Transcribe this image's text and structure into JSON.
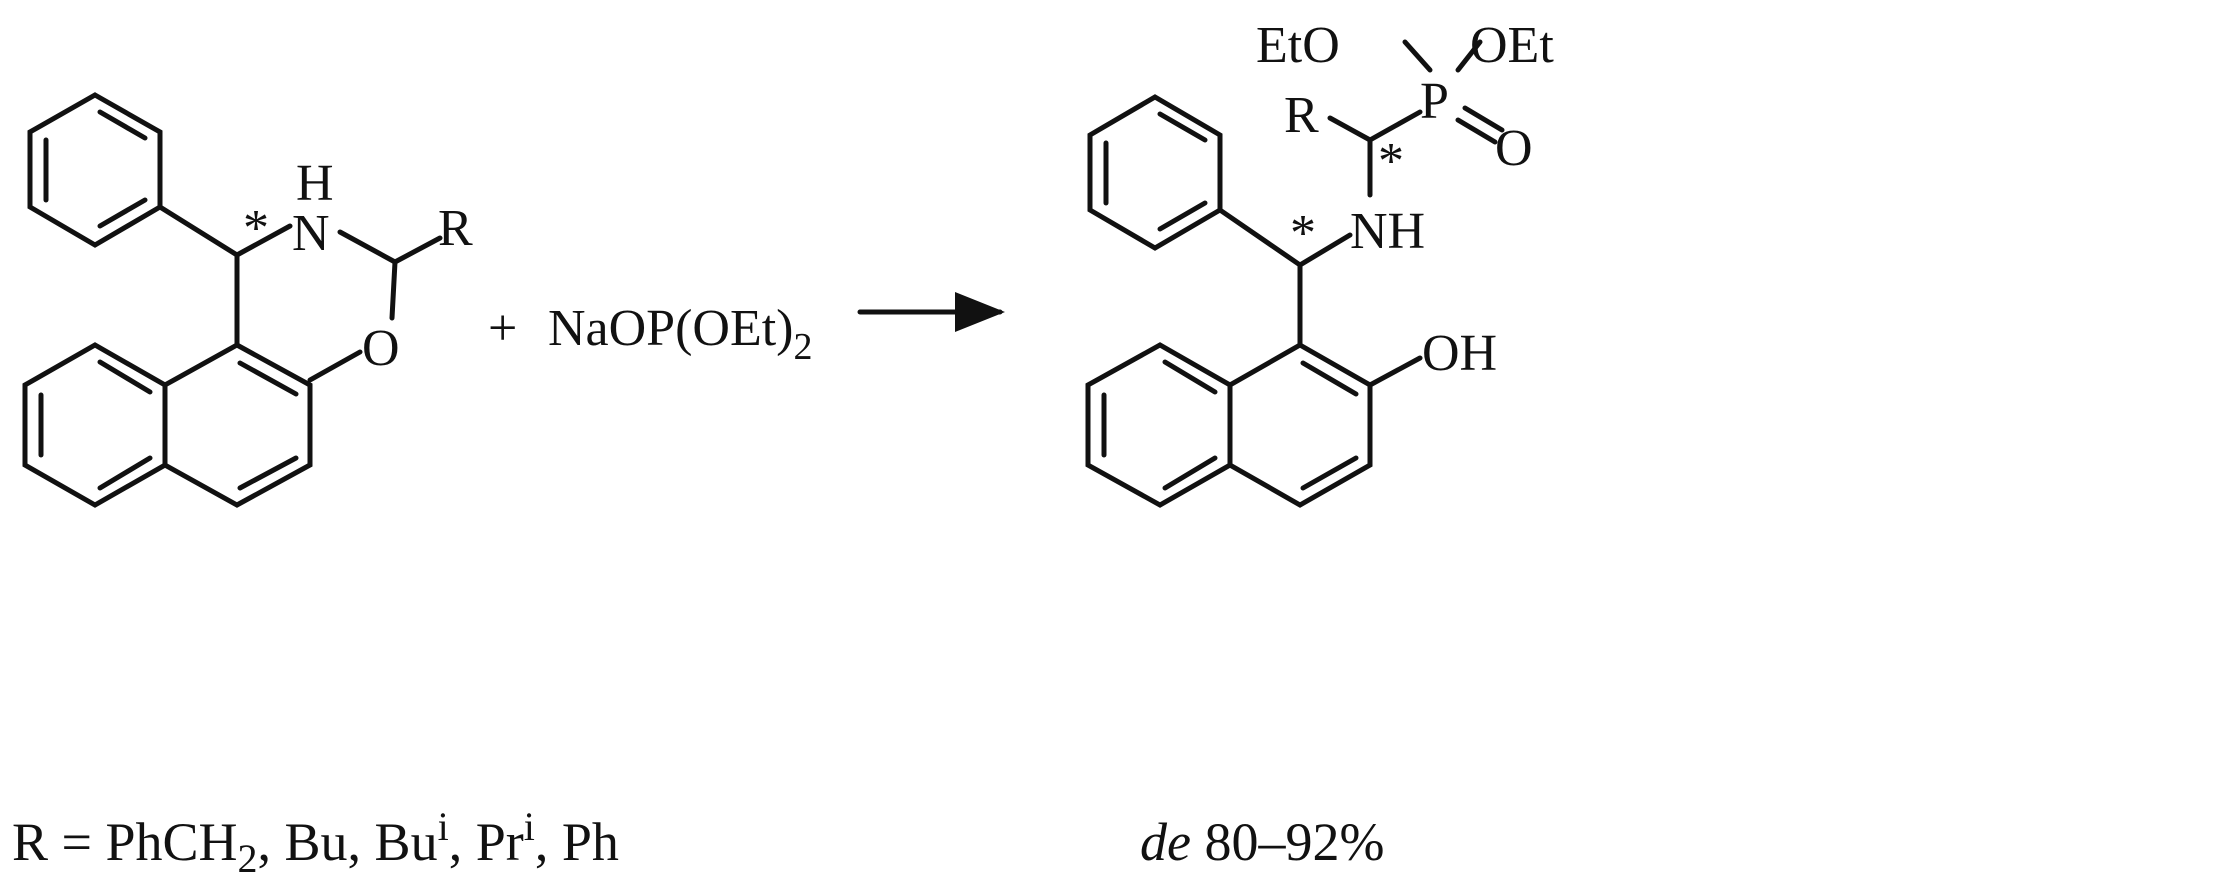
{
  "reactant": {
    "label_H": "H",
    "label_N": "N",
    "label_R": "R",
    "label_O": "O",
    "stereo_mark": "*"
  },
  "reagent": {
    "plus": "+",
    "formula": "NaOP(OEt)",
    "subscript": "2"
  },
  "product": {
    "label_EtO": "EtO",
    "label_OEt": "OEt",
    "label_P": "P",
    "label_O": "O",
    "label_R": "R",
    "label_NH": "NH",
    "label_OH": "OH",
    "stereo_mark_1": "*",
    "stereo_mark_2": "*"
  },
  "captions": {
    "r_groups_prefix": "R = PhCH",
    "r_groups_sub": "2",
    "r_groups_mid1": ", Bu, Bu",
    "r_groups_sup1": "i",
    "r_groups_mid2": ", Pr",
    "r_groups_sup2": "i",
    "r_groups_end": ", Ph",
    "de_italic": "de",
    "de_value": " 80–92%"
  }
}
